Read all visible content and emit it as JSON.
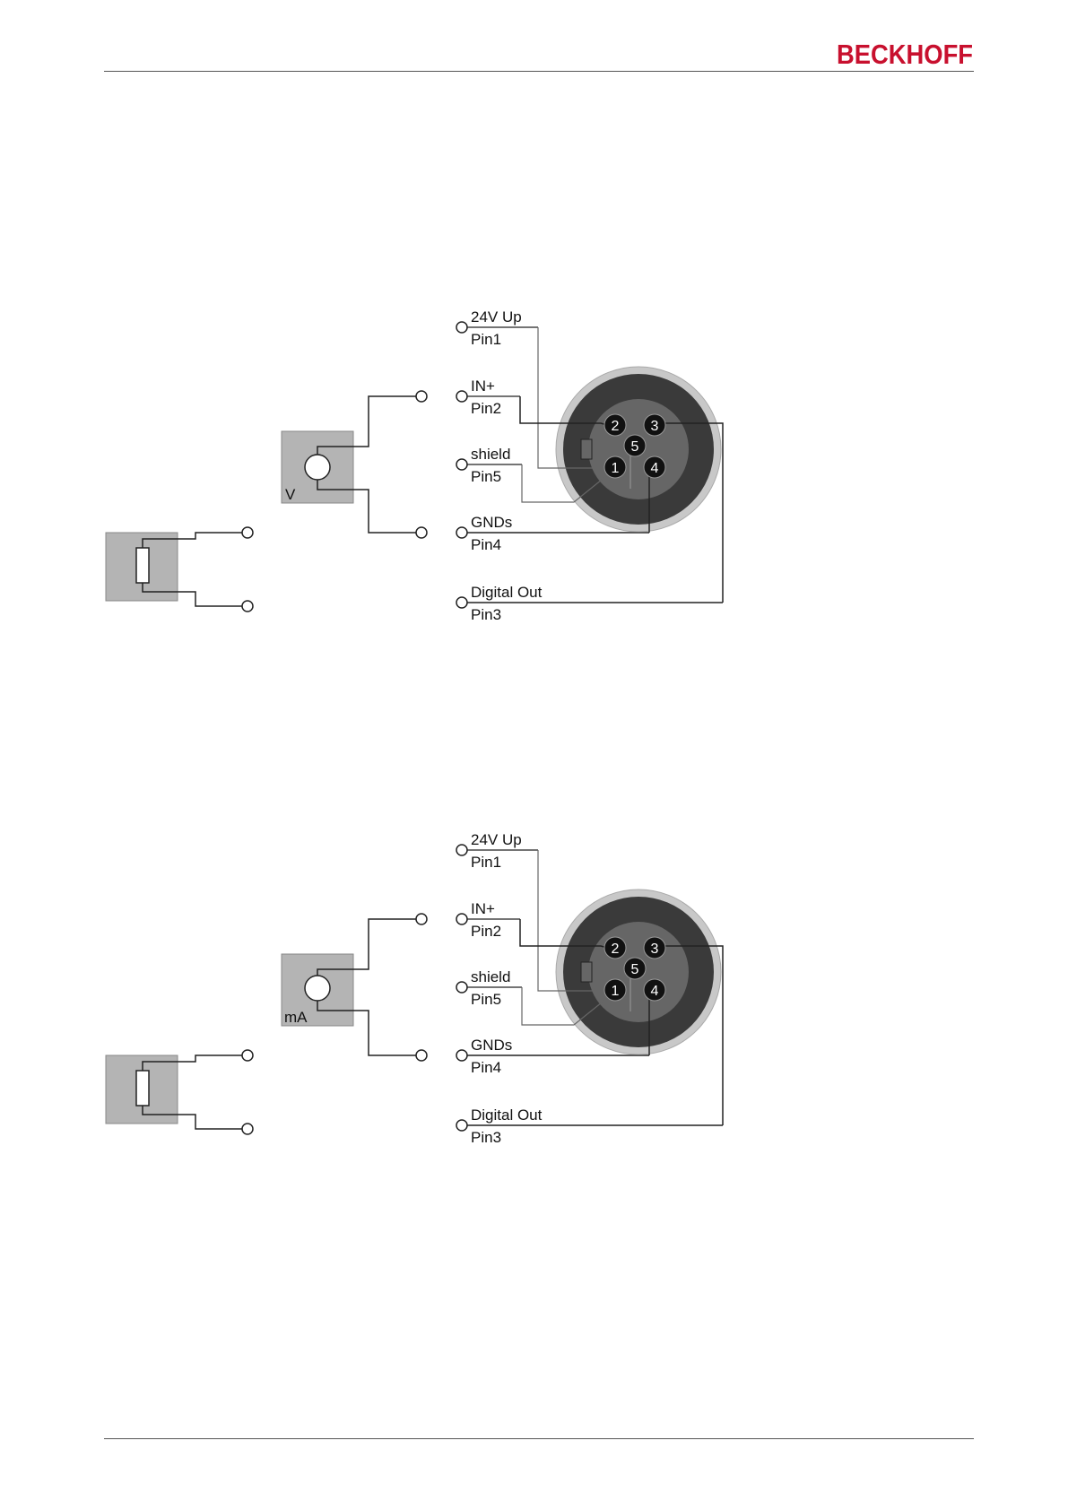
{
  "header": {
    "brand": "BECKHOFF",
    "brand_color": "#c8102e"
  },
  "diagrams": [
    {
      "meter_label": "V",
      "terminals": [
        {
          "signal": "24V Up",
          "pin": "Pin1"
        },
        {
          "signal": "IN+",
          "pin": "Pin2"
        },
        {
          "signal": "shield",
          "pin": "Pin5"
        },
        {
          "signal": "GNDs",
          "pin": "Pin4"
        },
        {
          "signal": "Digital Out",
          "pin": "Pin3"
        }
      ],
      "connector_pins": [
        "1",
        "2",
        "3",
        "4",
        "5"
      ]
    },
    {
      "meter_label": "mA",
      "terminals": [
        {
          "signal": "24V Up",
          "pin": "Pin1"
        },
        {
          "signal": "IN+",
          "pin": "Pin2"
        },
        {
          "signal": "shield",
          "pin": "Pin5"
        },
        {
          "signal": "GNDs",
          "pin": "Pin4"
        },
        {
          "signal": "Digital Out",
          "pin": "Pin3"
        }
      ],
      "connector_pins": [
        "1",
        "2",
        "3",
        "4",
        "5"
      ]
    }
  ],
  "colors": {
    "box_fill": "#b4b4b4",
    "wire": "#222222",
    "wire_light": "#666666",
    "connector_outer": "#c8c8c8",
    "connector_ring": "#3a3a3a",
    "connector_inner": "#666666"
  }
}
